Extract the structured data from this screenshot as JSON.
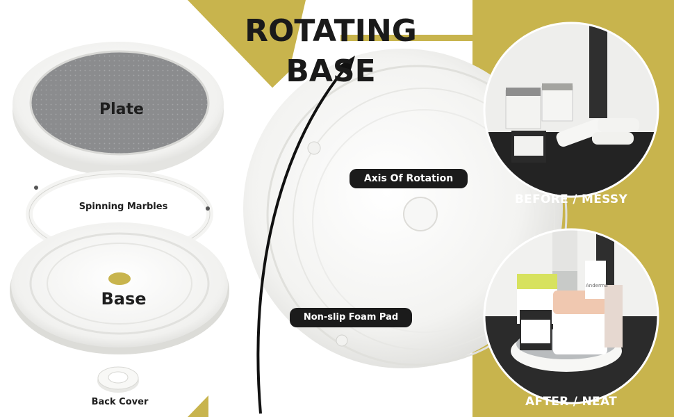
{
  "title": "ROTATING BASE",
  "labels": {
    "plate": "Plate",
    "spinning_marbles": "Spinning Marbles",
    "base": "Base",
    "back_cover": "Back Cover",
    "axis": "Axis Of Rotation",
    "foam_pad": "Non-slip Foam Pad",
    "before": "BEFORE / MESSY",
    "after": "AFTER / NEAT"
  },
  "bottle_text": {
    "product": "Anderma"
  },
  "colors": {
    "brand_gold": "#c8b44d",
    "dark_text": "#1e1e1e",
    "pad_gray": "#8b8c8e",
    "white": "#ffffff"
  },
  "icons": [
    "chevron-down-icon",
    "curved-arrow-icon"
  ]
}
